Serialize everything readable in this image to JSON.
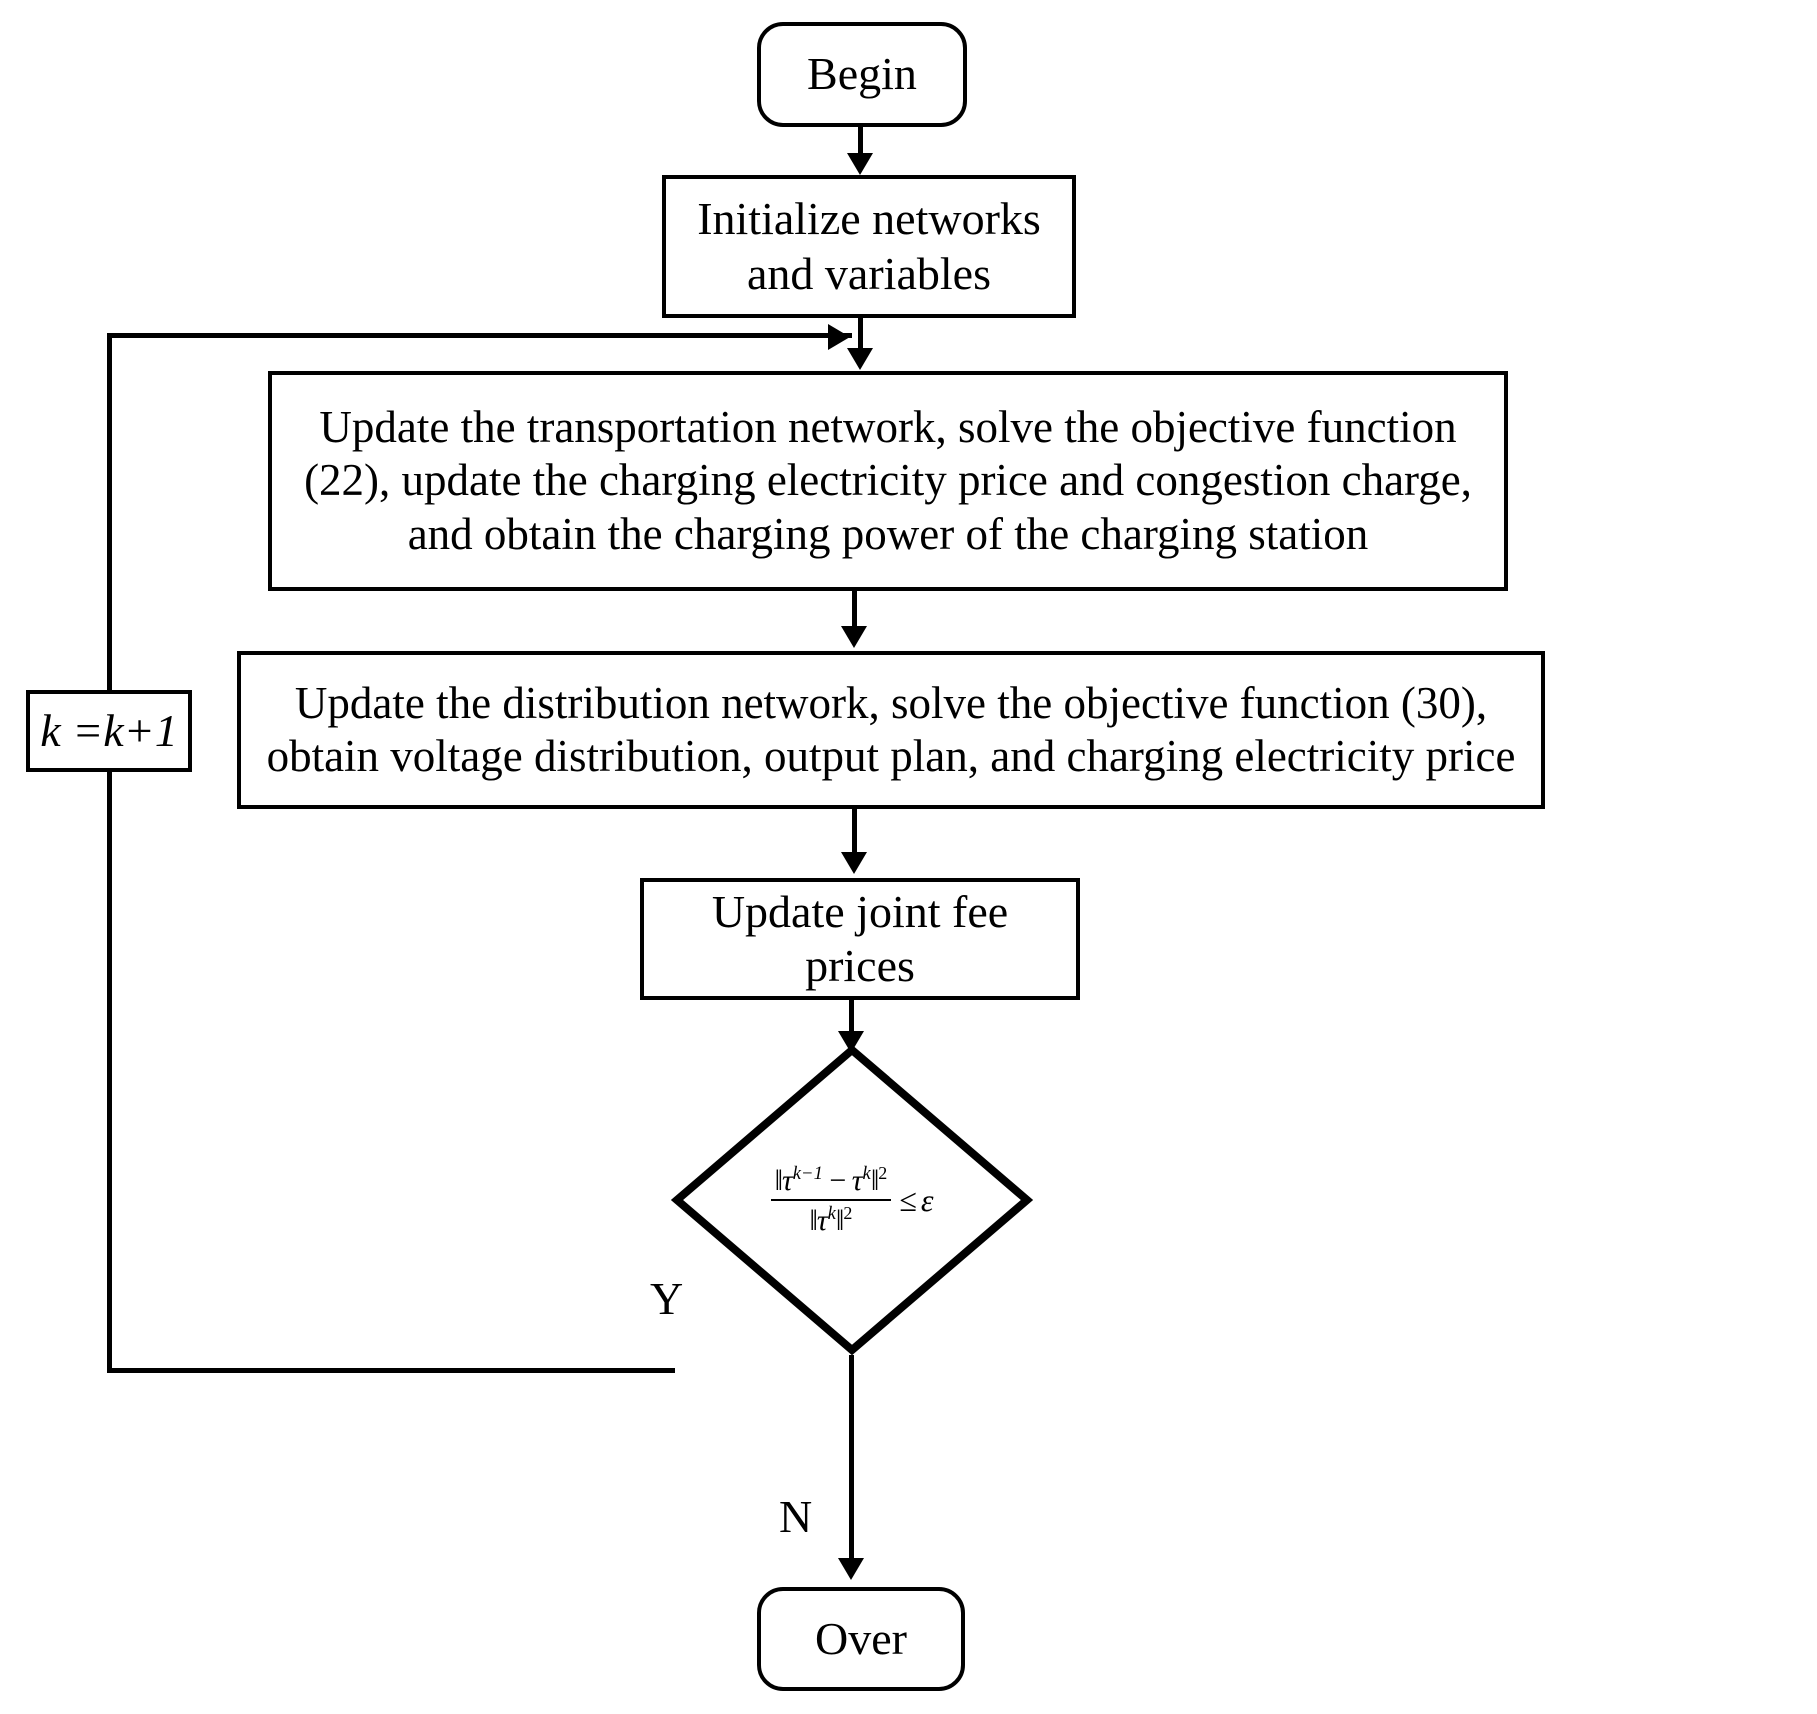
{
  "diagram": {
    "type": "flowchart",
    "title": "Iterative solution algorithm flowchart",
    "colors": {
      "stroke": "#000000",
      "fill": "#ffffff",
      "text": "#000000"
    },
    "nodes": {
      "begin": {
        "label": "Begin",
        "shape": "rounded-rectangle"
      },
      "initialize": {
        "label": "Initialize networks\nand variables",
        "shape": "rectangle"
      },
      "transport": {
        "label": "Update the transportation network, solve the objective function (22), update the charging electricity price and congestion charge, and obtain the charging power of the charging station",
        "shape": "rectangle"
      },
      "distribution": {
        "label": "Update the distribution network, solve the objective function (30), obtain voltage distribution, output plan, and charging electricity price",
        "shape": "rectangle"
      },
      "joint": {
        "label": "Update joint fee prices",
        "shape": "rectangle"
      },
      "counter": {
        "label": "k =k+1",
        "shape": "rectangle"
      },
      "decision": {
        "shape": "diamond",
        "formula_plain": "||tau^(k-1) - tau^k||^2 / ||tau^k||^2 <= epsilon",
        "formula": {
          "numerator": {
            "norm_open": "‖",
            "tau": "τ",
            "tau_exp": "k−1",
            "minus": "−",
            "tau2": "τ",
            "tau2_exp": "k",
            "norm_close": "‖",
            "power": "2"
          },
          "denominator": {
            "norm_open": "‖",
            "tau": "τ",
            "tau_exp": "k",
            "norm_close": "‖",
            "power": "2"
          },
          "relation": "≤",
          "epsilon": "ε"
        }
      },
      "over": {
        "label": "Over",
        "shape": "rounded-rectangle"
      }
    },
    "edge_labels": {
      "yes": "Y",
      "no": "N"
    }
  }
}
